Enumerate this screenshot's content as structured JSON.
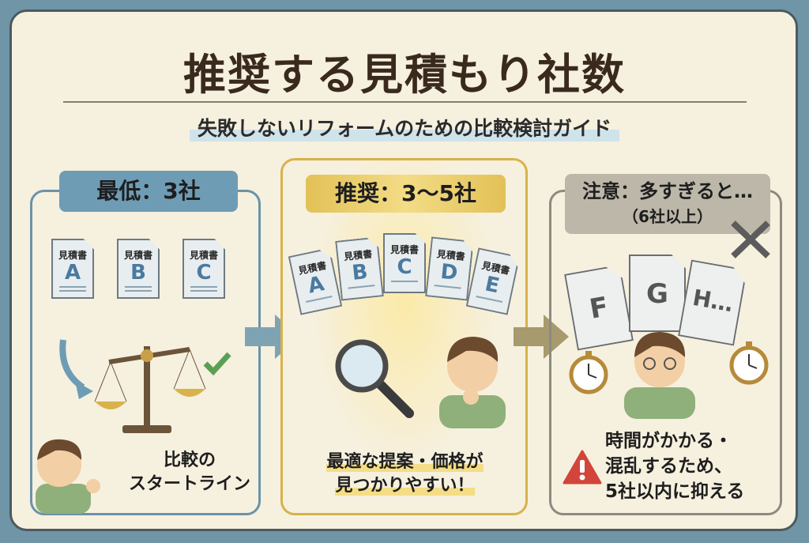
{
  "title": "推奨する見積もり社数",
  "subtitle": "失敗しないリフォームのための比較検討ガイド",
  "panels": [
    {
      "label": "最低：3社",
      "doc_header": "見積書",
      "docs": [
        "A",
        "B",
        "C"
      ],
      "caption_lines": [
        "比較の",
        "スタートライン"
      ],
      "color": "#6e9cb5"
    },
    {
      "label": "推奨：3〜5社",
      "doc_header": "見積書",
      "docs": [
        "A",
        "B",
        "C",
        "D",
        "E"
      ],
      "caption_lines": [
        "最適な提案・価格が",
        "見つかりやすい！"
      ],
      "color": "#e2c157"
    },
    {
      "label": "注意：多すぎると…",
      "label_sub": "（6社以上）",
      "docs": [
        "F",
        "G",
        "H…"
      ],
      "caption_lines": [
        "時間がかかる・",
        "混乱するため、",
        "5社以内に抑える"
      ],
      "color": "#bcb7a9"
    }
  ],
  "icons": [
    "balance-scale-icon",
    "check-icon",
    "magnifier-icon",
    "warning-icon",
    "cross-icon",
    "stopwatch-icon",
    "arrow-right-icon"
  ]
}
